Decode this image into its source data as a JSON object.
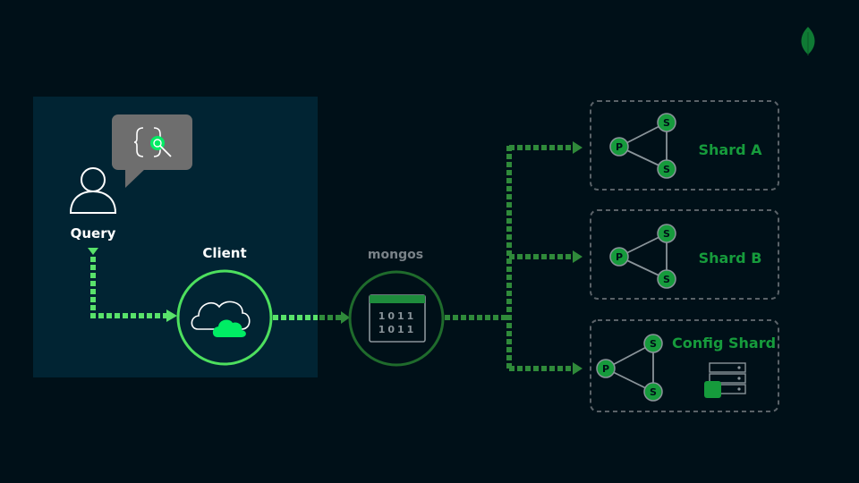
{
  "labels": {
    "query": "Query",
    "client": "Client",
    "mongos": "mongos",
    "binary_row_1": "1011",
    "binary_row_2": "1011"
  },
  "shards": [
    {
      "label": "Shard A",
      "nodes": [
        "P",
        "S",
        "S"
      ]
    },
    {
      "label": "Shard B",
      "nodes": [
        "P",
        "S",
        "S"
      ]
    },
    {
      "label": "Config Shard",
      "nodes": [
        "P",
        "S",
        "S"
      ]
    }
  ],
  "colors": {
    "background": "#001018",
    "highlight_panel": "#012433",
    "bright_green": "#00ED64",
    "dim_green": "#2f8a3a",
    "node_fill": "#169b3c",
    "dim_white": "#8a949a"
  },
  "icons": [
    "leaf-icon",
    "user-icon",
    "query-bubble-icon",
    "cloud-icon",
    "terminal-icon",
    "server-icon"
  ]
}
